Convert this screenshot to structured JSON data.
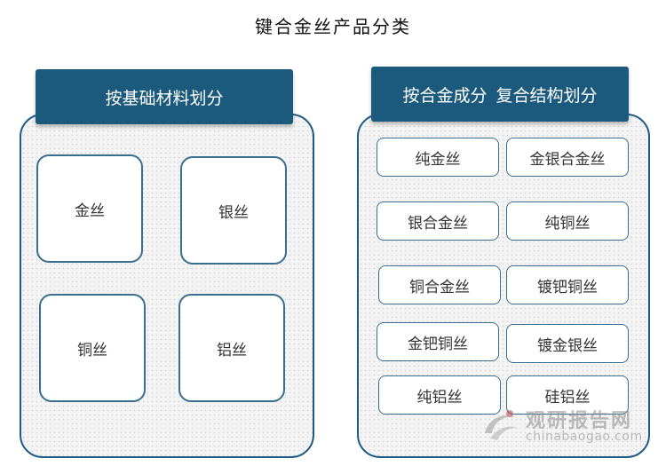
{
  "title": "键合金丝产品分类",
  "left_panel": {
    "header": "按基础材料划分",
    "items": [
      "金丝",
      "银丝",
      "铜丝",
      "铝丝"
    ]
  },
  "right_panel": {
    "header_part1": "按合金成分",
    "header_part2": "复合结构划分",
    "items": [
      "纯金丝",
      "金银合金丝",
      "银合金丝",
      "纯铜丝",
      "铜合金丝",
      "镀钯铜丝",
      "金钯铜丝",
      "镀金银丝",
      "纯铝丝",
      "硅铝丝"
    ]
  },
  "watermark": {
    "name": "观研报告网",
    "url": "chinabaogao.com",
    "logo_icon": "swirl-logo-icon"
  },
  "colors": {
    "header_bg": "#1b5a7c",
    "border": "#1e5a86",
    "box_border": "#3a6e8f"
  }
}
